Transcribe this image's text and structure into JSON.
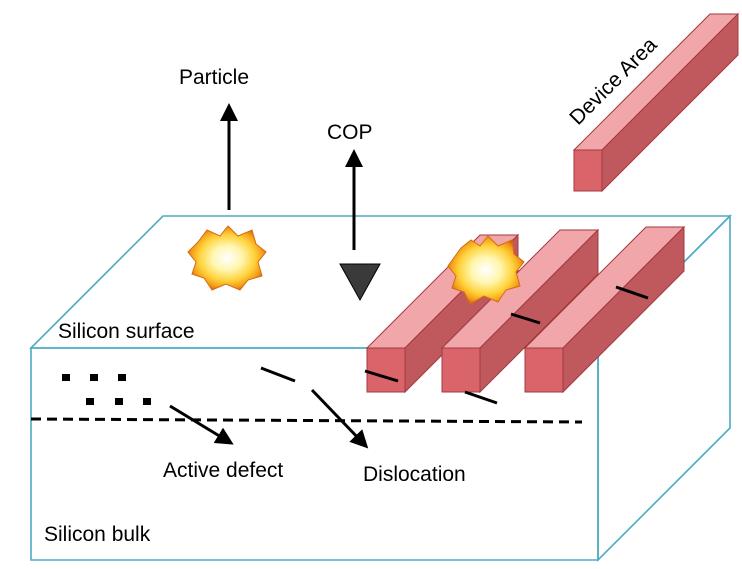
{
  "labels": {
    "particle": "Particle",
    "cop": "COP",
    "device_area": "Device Area",
    "silicon_surface": "Silicon surface",
    "silicon_bulk": "Silicon bulk",
    "active_defect": "Active defect",
    "dislocation": "Dislocation"
  },
  "colors": {
    "block_edge": "#4bacc6",
    "bar_front": "#d9656b",
    "bar_top": "#f1a7aa",
    "bar_side": "#c0595e",
    "bar_edge": "#a3393f",
    "ink": "#000000"
  },
  "icons": [
    "arrow-up-icon",
    "arrow-down-icon",
    "triangle-down-icon",
    "explosion-icon"
  ]
}
